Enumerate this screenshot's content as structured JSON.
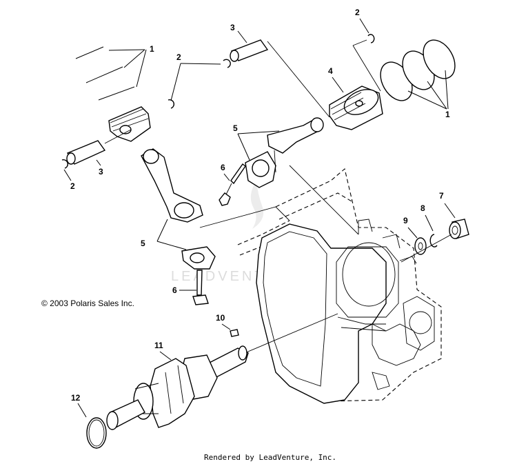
{
  "copyright": "© 2003 Polaris Sales Inc.",
  "footer": "Rendered by LeadVenture, Inc.",
  "watermark": "LEADVENTURE",
  "callouts": {
    "rings_left": "1",
    "circlip_left": "2",
    "pin_top": "3",
    "circlip_top_right": "2",
    "piston_right": "4",
    "rings_right": "1",
    "rod_right": "5",
    "bolt_right": "6",
    "circlip_bottom_left": "2",
    "pin_left": "3",
    "rod_left": "5",
    "bolt_left": "6",
    "seal": "9",
    "snap_ring": "8",
    "bearing": "7",
    "key": "10",
    "crankshaft": "11",
    "o_ring": "12"
  },
  "colors": {
    "ink": "#000000",
    "watermark": "#dcdcdc",
    "background": "#ffffff"
  }
}
